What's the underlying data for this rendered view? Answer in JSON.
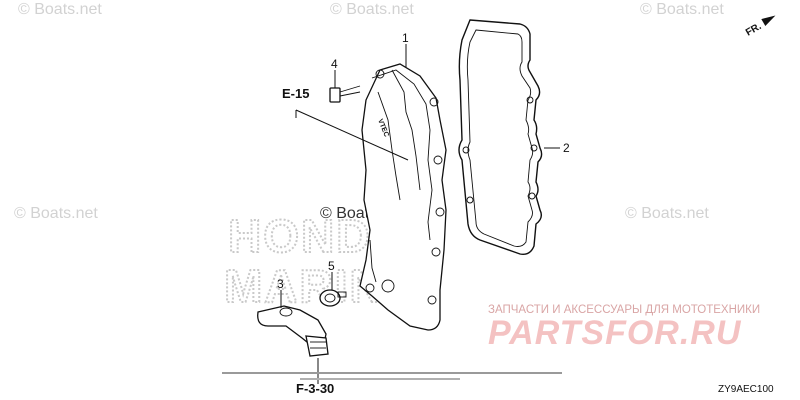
{
  "watermarks": {
    "top_left": "© Boats.net",
    "top_center": "© Boats.net",
    "top_right": "© Boats.net",
    "mid_left": "© Boats.net",
    "mid_center": "© Boats.net",
    "mid_right": "© Boats.net"
  },
  "brand_watermark": {
    "line1": "HONDA",
    "line2": "MARINE"
  },
  "direction_indicator": {
    "label": "FR."
  },
  "references": {
    "e15": "E-15",
    "f330": "F-3-30"
  },
  "callouts": {
    "c1": "1",
    "c2": "2",
    "c3": "3",
    "c4": "4",
    "c5": "5"
  },
  "diagram_code": "ZY9AEC100",
  "partsfor": {
    "tagline": "ЗАПЧАСТИ И АКСЕССУАРЫ ДЛЯ МОТОТЕХНИКИ",
    "logo": "PARTSFOR.RU"
  },
  "colors": {
    "line": "#111111",
    "watermark": "#d2d2d2",
    "partsfor_pink": "#f4c2c2"
  }
}
